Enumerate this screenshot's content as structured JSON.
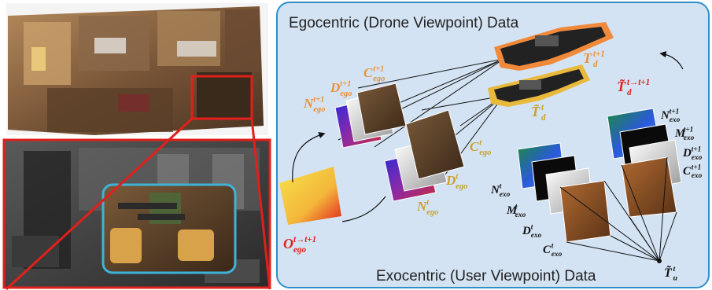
{
  "right_panel": {
    "ego_title": "Egocentric (Drone Viewpoint) Data",
    "exo_title": "Exocentric (User Viewpoint) Data"
  },
  "ego_labels": {
    "c_ego_t1": {
      "base": "C",
      "sub": "ego",
      "sup": "t+1",
      "color": "#e8923a"
    },
    "d_ego_t1": {
      "base": "D",
      "sub": "ego",
      "sup": "t+1",
      "color": "#e8923a"
    },
    "n_ego_t1": {
      "base": "N",
      "sub": "ego",
      "sup": "t+1",
      "color": "#e8923a"
    },
    "c_ego_t": {
      "base": "C",
      "sub": "ego",
      "sup": "t",
      "color": "#c9a227"
    },
    "d_ego_t": {
      "base": "D",
      "sub": "ego",
      "sup": "t",
      "color": "#c9a227"
    },
    "n_ego_t": {
      "base": "N",
      "sub": "ego",
      "sup": "t",
      "color": "#c9a227"
    },
    "o_ego": {
      "base": "O",
      "sub": "ego",
      "sup": "t→t+1",
      "color": "#e0201b"
    }
  },
  "drone_labels": {
    "t_d_t1": {
      "base": "T",
      "sub": "d",
      "sup": "t+1",
      "color": "#e8923a"
    },
    "t_d_t": {
      "base": "T̃",
      "sub": "d",
      "sup": "t",
      "color": "#c9a227"
    },
    "t_d_rel": {
      "base": "T̃",
      "sub": "d",
      "sup": "t→t+1",
      "color": "#e0201b"
    }
  },
  "exo_labels": {
    "n_exo_t1": {
      "base": "N",
      "sub": "exo",
      "sup": "t+1",
      "color": "#111"
    },
    "m_exo_t1": {
      "base": "M",
      "sub": "exo",
      "sup": "t+1",
      "color": "#111"
    },
    "d_exo_t1": {
      "base": "D",
      "sub": "exo",
      "sup": "t+1",
      "color": "#111"
    },
    "c_exo_t1": {
      "base": "C",
      "sub": "exo",
      "sup": "t+1",
      "color": "#111"
    },
    "n_exo_t": {
      "base": "N",
      "sub": "exo",
      "sup": "t",
      "color": "#111"
    },
    "m_exo_t": {
      "base": "M",
      "sub": "exo",
      "sup": "t",
      "color": "#111"
    },
    "d_exo_t": {
      "base": "D",
      "sub": "exo",
      "sup": "t",
      "color": "#111"
    },
    "c_exo_t": {
      "base": "C",
      "sub": "exo",
      "sup": "t",
      "color": "#111"
    },
    "t_u_t": {
      "base": "T̃",
      "sub": "u",
      "sup": "t",
      "color": "#111"
    }
  },
  "colors": {
    "panel_bg": "#d4e3f3",
    "panel_border": "#2e8fc9",
    "highlight_box": "#e0201b",
    "inset_box": "#3fb2d8",
    "drone_t1_glow": "#f08a3a",
    "drone_t_glow": "#e8b93a"
  }
}
